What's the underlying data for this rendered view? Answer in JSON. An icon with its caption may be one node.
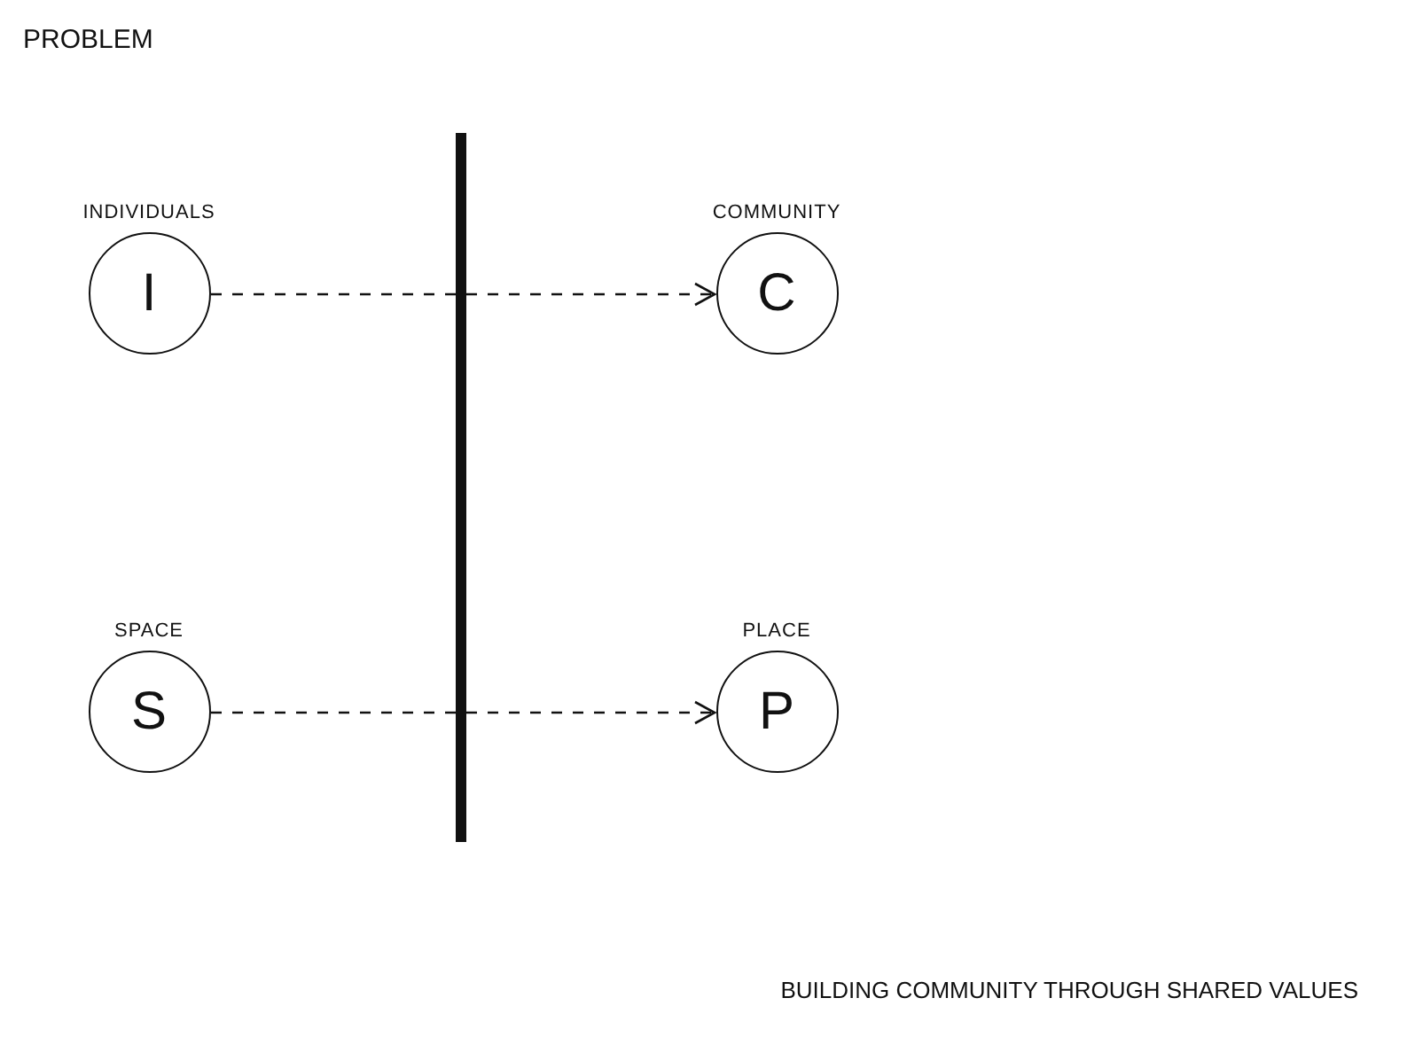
{
  "diagram": {
    "title": "PROBLEM",
    "caption": "BUILDING COMMUNITY THROUGH SHARED VALUES",
    "nodes": [
      {
        "text": [
          "INDIVIDUALS",
          "I"
        ]
      },
      {
        "text": [
          "COMMUNITY",
          "C"
        ]
      },
      {
        "text": [
          "SPACE",
          "S"
        ]
      },
      {
        "text": [
          "PLACE",
          "P"
        ]
      }
    ],
    "edges": [
      {
        "from": 0,
        "to": 1,
        "arrow": "to",
        "style": "dashed"
      },
      {
        "from": 2,
        "to": 3,
        "arrow": "to",
        "style": "dashed"
      }
    ]
  }
}
